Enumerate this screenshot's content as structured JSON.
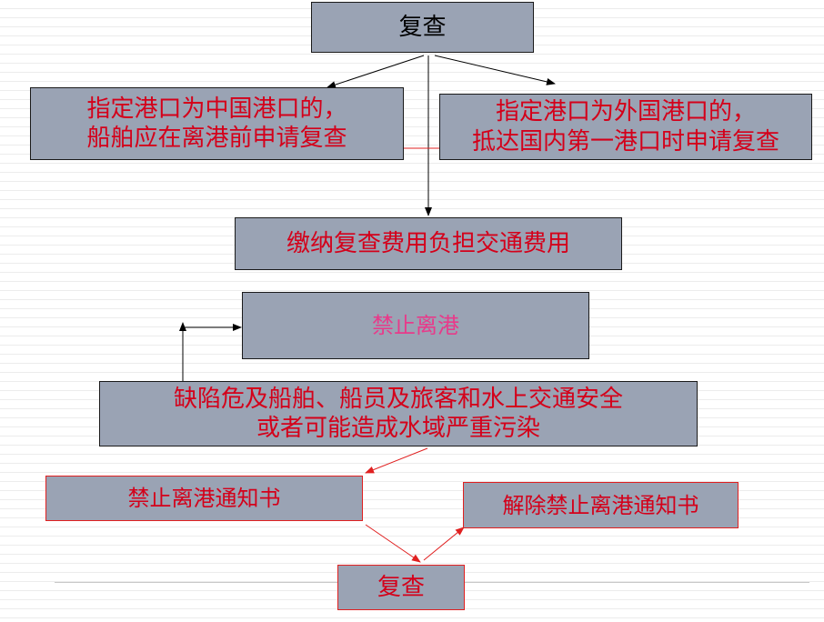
{
  "boxes": {
    "recheck_top": "复查",
    "china_port_line1": "指定港口为中国港口的，",
    "china_port_line2": "船舶应在离港前申请复查",
    "foreign_port_line1": "指定港口为外国港口的，",
    "foreign_port_line2": "抵达国内第一港口时申请复查",
    "fee": "缴纳复查费用负担交通费用",
    "ban_departure": "禁止离港",
    "defect_line1": "缺陷危及船舶、船员及旅客和水上交通安全",
    "defect_line2": "或者可能造成水域严重污染",
    "ban_notice": "禁止离港通知书",
    "lift_notice": "解除禁止离港通知书",
    "recheck_bottom": "复查"
  },
  "colors": {
    "box_fill": "#9aa3b4",
    "red_text": "#d4001a",
    "pink_text": "#e83a8a",
    "arrow_black": "#000000",
    "arrow_red": "#e02020"
  }
}
